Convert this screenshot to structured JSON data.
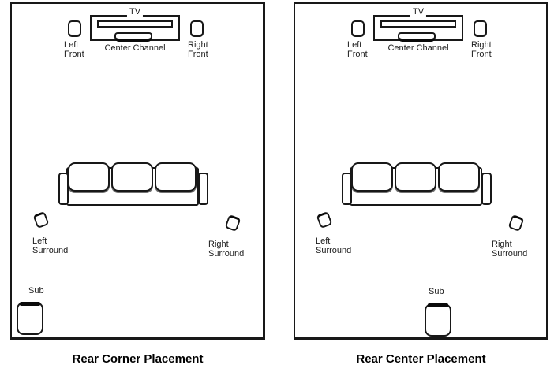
{
  "page": {
    "background": "#ffffff",
    "line_color": "#181818",
    "text_color": "#1c1c1c"
  },
  "diagrams": [
    {
      "id": "rear-corner",
      "caption": "Rear Corner Placement",
      "sub_placement": "rear-left-corner",
      "labels": {
        "tv": "TV",
        "center_channel": "Center Channel",
        "left_front": "Left\nFront",
        "right_front": "Right\nFront",
        "left_surround": "Left\nSurround",
        "right_surround": "Right\nSurround",
        "sub": "Sub"
      }
    },
    {
      "id": "rear-center",
      "caption": "Rear Center Placement",
      "sub_placement": "rear-center",
      "labels": {
        "tv": "TV",
        "center_channel": "Center Channel",
        "left_front": "Left\nFront",
        "right_front": "Right\nFront",
        "left_surround": "Left\nSurround",
        "right_surround": "Right\nSurround",
        "sub": "Sub"
      }
    }
  ]
}
